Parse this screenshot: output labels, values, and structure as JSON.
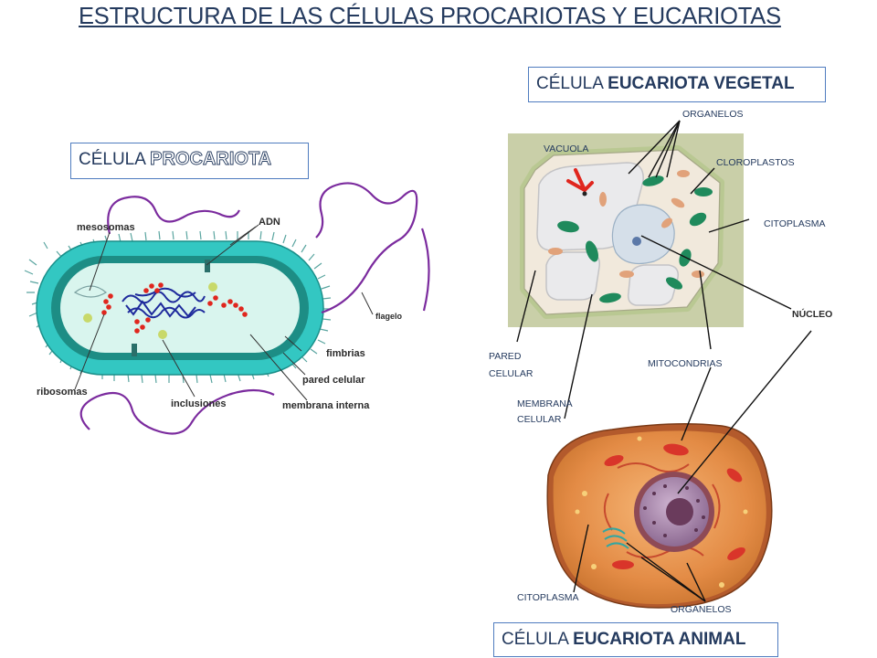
{
  "title": "ESTRUCTURA DE LAS CÉLULAS PROCARIOTAS Y EUCARIOTAS",
  "boxes": {
    "prokaryote": {
      "prefix": "CÉLULA ",
      "bold": "PROCARIOTA"
    },
    "plant": {
      "prefix": "CÉLULA ",
      "bold": "EUCARIOTA VEGETAL"
    },
    "animal": {
      "prefix": "CÉLULA ",
      "bold": "EUCARIOTA ANIMAL"
    }
  },
  "prokaryote_labels": {
    "mesosomas": "mesosomas",
    "adn": "ADN",
    "flagelo": "flagelo",
    "fimbrias": "fimbrias",
    "pared": "pared celular",
    "membrana": "membrana interna",
    "inclusiones": "inclusiones",
    "ribosomas": "ribosomas"
  },
  "eukaryote_labels": {
    "organelos_top": "ORGANELOS",
    "vacuola": "VACUOLA",
    "cloroplastos": "CLOROPLASTOS",
    "citoplasma_veg": "CITOPLASMA",
    "nucleo": "NÚCLEO",
    "pared_1": "PARED",
    "pared_2": "CELULAR",
    "mitocondrias": "MITOCONDRIAS",
    "membrana_1": "MEMBRANA",
    "membrana_2": "CELULAR",
    "citoplasma_ani": "CITOPLASMA",
    "organelos_bottom": "ORGANELOS"
  },
  "colors": {
    "title": "#243a5e",
    "box_border": "#4f7cbf",
    "prok_wall": "#33c7c2",
    "prok_cytoplasm": "#d9f5ee",
    "dna": "#1e2a9c",
    "ribosome": "#e0261e",
    "flagellum": "#7b2b9e",
    "plant_wall": "#b9c892",
    "chloroplast": "#1f8a5c",
    "animal_cytoplasm": "#e79a52",
    "nucleus": "#b596b6"
  }
}
